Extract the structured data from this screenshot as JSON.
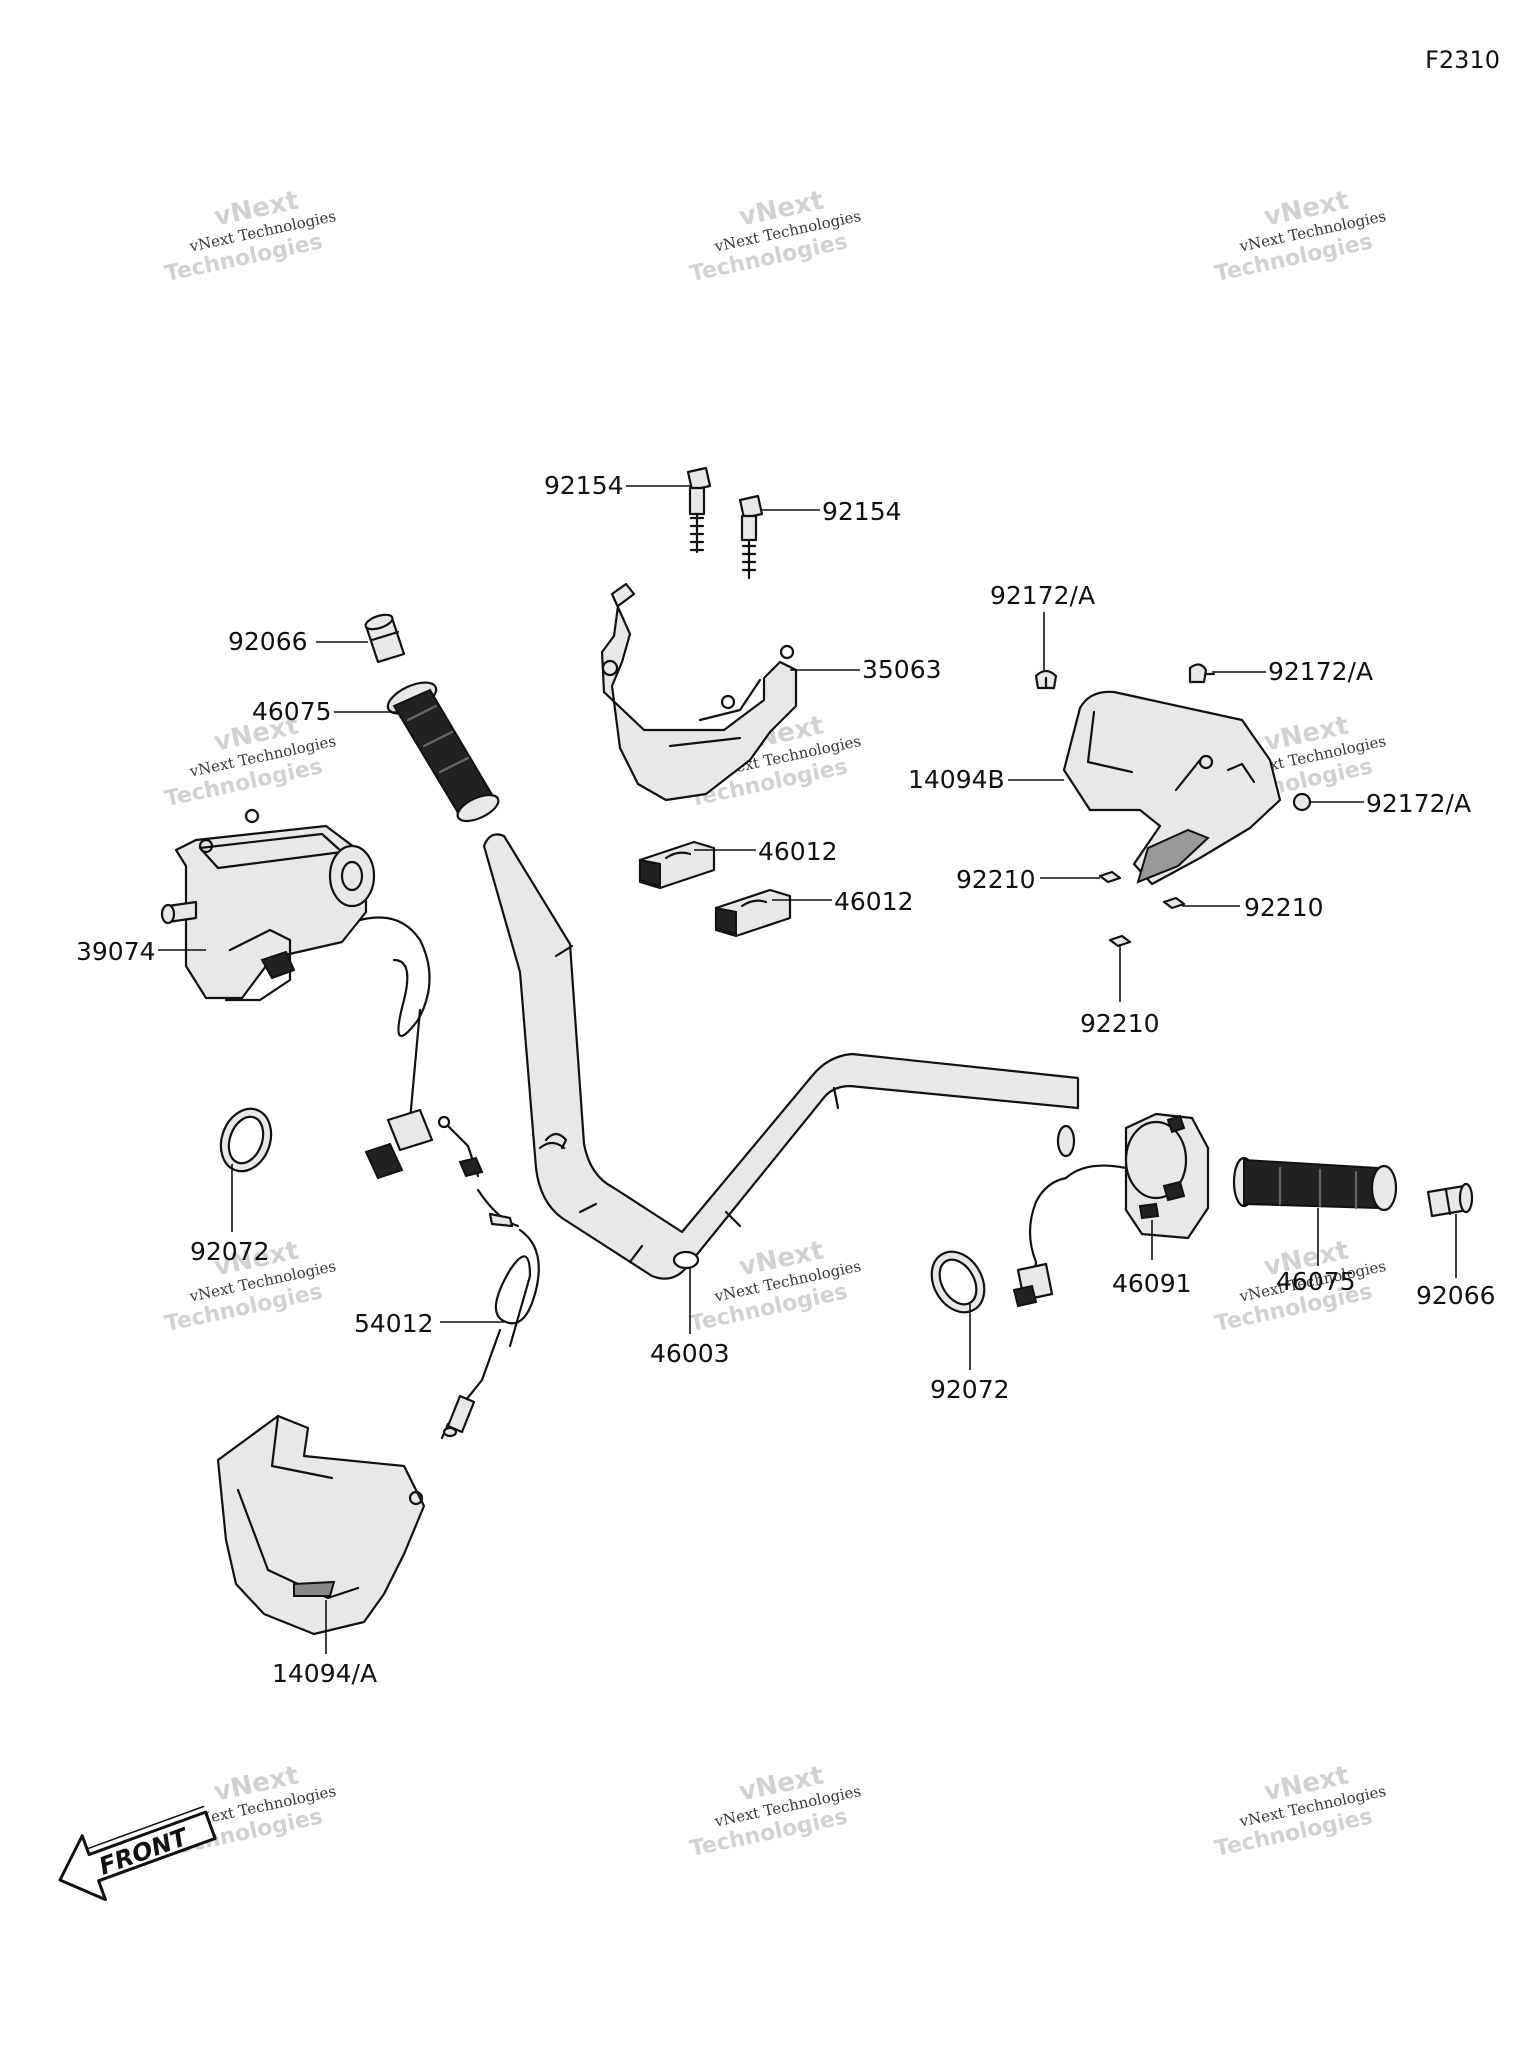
{
  "diagram_code": "F2310",
  "watermark": {
    "line1": "vNext Technologies",
    "line2": "vNext",
    "line3": "Technologies"
  },
  "front_label": "FRONT",
  "labels": {
    "l_92154_a": "92154",
    "l_92154_b": "92154",
    "l_35063": "35063",
    "l_92172A_a": "92172/A",
    "l_92172A_b": "92172/A",
    "l_92172A_c": "92172/A",
    "l_92066_a": "92066",
    "l_46075_a": "46075",
    "l_14094B": "14094B",
    "l_46012_a": "46012",
    "l_46012_b": "46012",
    "l_92210_a": "92210",
    "l_92210_b": "92210",
    "l_92210_c": "92210",
    "l_39074": "39074",
    "l_92072_a": "92072",
    "l_54012": "54012",
    "l_46003": "46003",
    "l_92072_b": "92072",
    "l_46091": "46091",
    "l_46075_b": "46075",
    "l_92066_b": "92066",
    "l_14094A": "14094/A"
  }
}
